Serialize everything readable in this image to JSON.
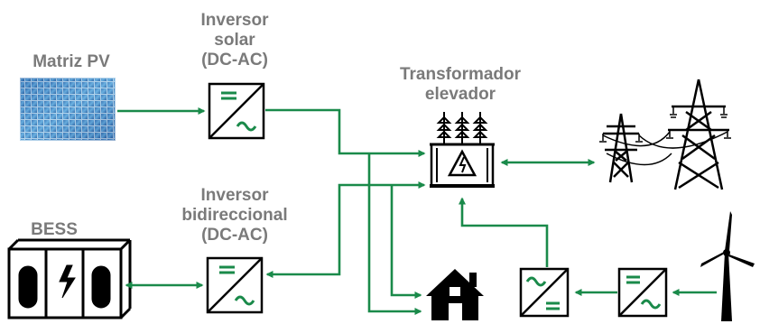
{
  "labels": {
    "pv_array": "Matriz PV",
    "solar_inverter": [
      "Inversor",
      "solar",
      "(DC-AC)"
    ],
    "transformer": [
      "Transformador",
      "elevador"
    ],
    "bess": "BESS",
    "bidirectional_inverter": [
      "Inversor",
      "bidireccional",
      "(DC-AC)"
    ]
  },
  "colors": {
    "flow": "#1a8a4a",
    "label": "#7a7a7a",
    "icon": "#000000",
    "pv_cell": "#1f6fb0",
    "pv_cell_light": "#7fbde6"
  },
  "icons": [
    "solar-panel-icon",
    "inverter-icon",
    "transformer-icon",
    "transmission-tower-icon",
    "battery-rack-icon",
    "house-icon",
    "wind-turbine-icon"
  ]
}
